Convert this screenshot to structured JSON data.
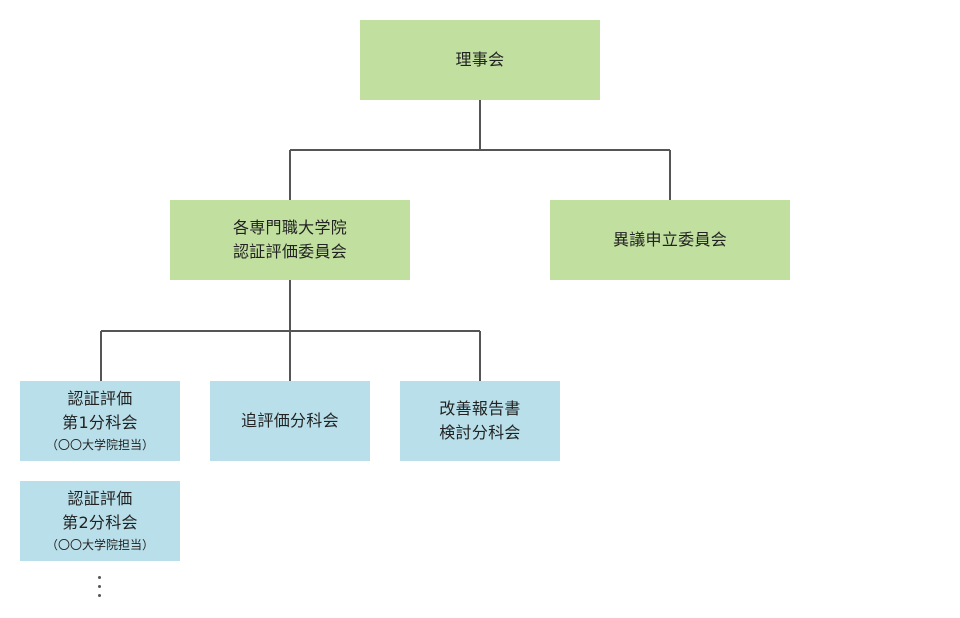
{
  "colors": {
    "upper_level_box": "#c1e0a0",
    "subcommittee_box": "#b9e0ea",
    "connector": "#555555"
  },
  "nodes": {
    "board": {
      "line1": "理事会"
    },
    "accreditation_committee": {
      "line1": "各専門職大学院",
      "line2": "認証評価委員会"
    },
    "objection_committee": {
      "line1": "異議申立委員会"
    },
    "subcommittee_1": {
      "line1": "認証評価",
      "line2": "第1分科会",
      "note": "（〇〇大学院担当）"
    },
    "follow_up_subcommittee": {
      "line1": "追評価分科会"
    },
    "improvement_report_subcommittee": {
      "line1": "改善報告書",
      "line2": "検討分科会"
    },
    "subcommittee_2": {
      "line1": "認証評価",
      "line2": "第2分科会",
      "note": "（〇〇大学院担当）"
    }
  },
  "continuation_marker": "vertical-ellipsis"
}
